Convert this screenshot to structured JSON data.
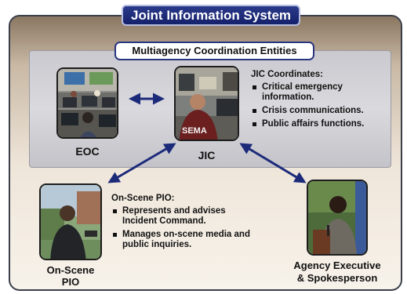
{
  "header": {
    "title": "Joint Information System"
  },
  "panel": {
    "title": "Multiagency Coordination Entities"
  },
  "nodes": {
    "eoc": {
      "label": "EOC"
    },
    "jic": {
      "label": "JIC",
      "shirt_text": "SEMA"
    },
    "onscene": {
      "label_line1": "On-Scene",
      "label_line2": "PIO"
    },
    "agency": {
      "label_line1": "Agency Executive",
      "label_line2": "& Spokesperson"
    }
  },
  "jic_coordinates": {
    "heading": "JIC Coordinates:",
    "items": [
      "Critical emergency information.",
      "Crisis communications.",
      "Public affairs functions."
    ]
  },
  "onscene_pio": {
    "heading": "On-Scene PIO:",
    "items": [
      "Represents and advises Incident Command.",
      "Manages on-scene media and public inquiries."
    ]
  },
  "colors": {
    "navy": "#15206a",
    "arrow": "#1c2a7a"
  }
}
